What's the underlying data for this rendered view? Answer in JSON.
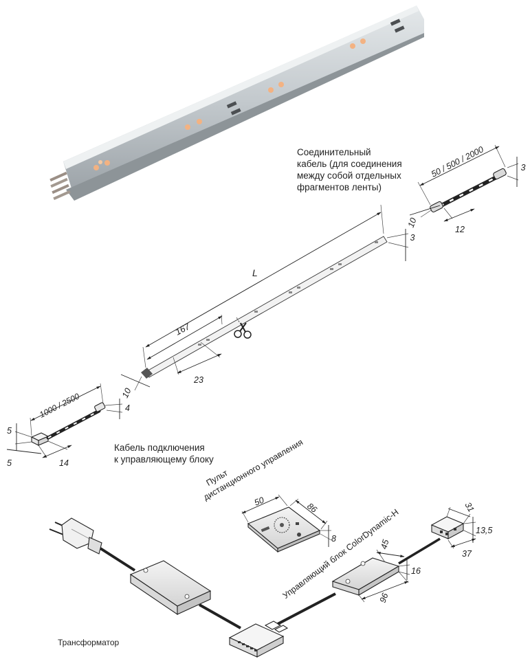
{
  "captions": {
    "connector_cable": [
      "Соединительный",
      "кабель (для соединения",
      "между собой отдельных",
      "фрагментов ленты)"
    ],
    "feed_cable": [
      "Кабель подключения",
      "к управляющему блоку"
    ],
    "remote": [
      "Пульт",
      "дистанционного управления"
    ],
    "controller": "Управляющий блок ColorDynamic-H",
    "transformer": "Трансформатор"
  },
  "dimensions": {
    "connector_length": "50 / 500 / 2000",
    "connector_height": "3",
    "connector_width": "10",
    "connector_plug": "12",
    "strip_height": "3",
    "strip_length": "L",
    "strip_segment": "167",
    "strip_width": "10",
    "strip_led_pitch": "23",
    "feed_length": "1000 / 2500",
    "feed_plug_height": "4",
    "feed_box_height": "5",
    "feed_box_width": "5",
    "feed_box_length": "14",
    "remote_width": "50",
    "remote_length": "86",
    "remote_height": "8",
    "controller_depth": "45",
    "controller_height": "16",
    "controller_length": "96",
    "splitter_depth": "31",
    "splitter_height": "13,5",
    "splitter_length": "37"
  },
  "colors": {
    "strip_body": "#c9cfd3",
    "led_warm": "#f0b07a",
    "lines": "#222222"
  }
}
